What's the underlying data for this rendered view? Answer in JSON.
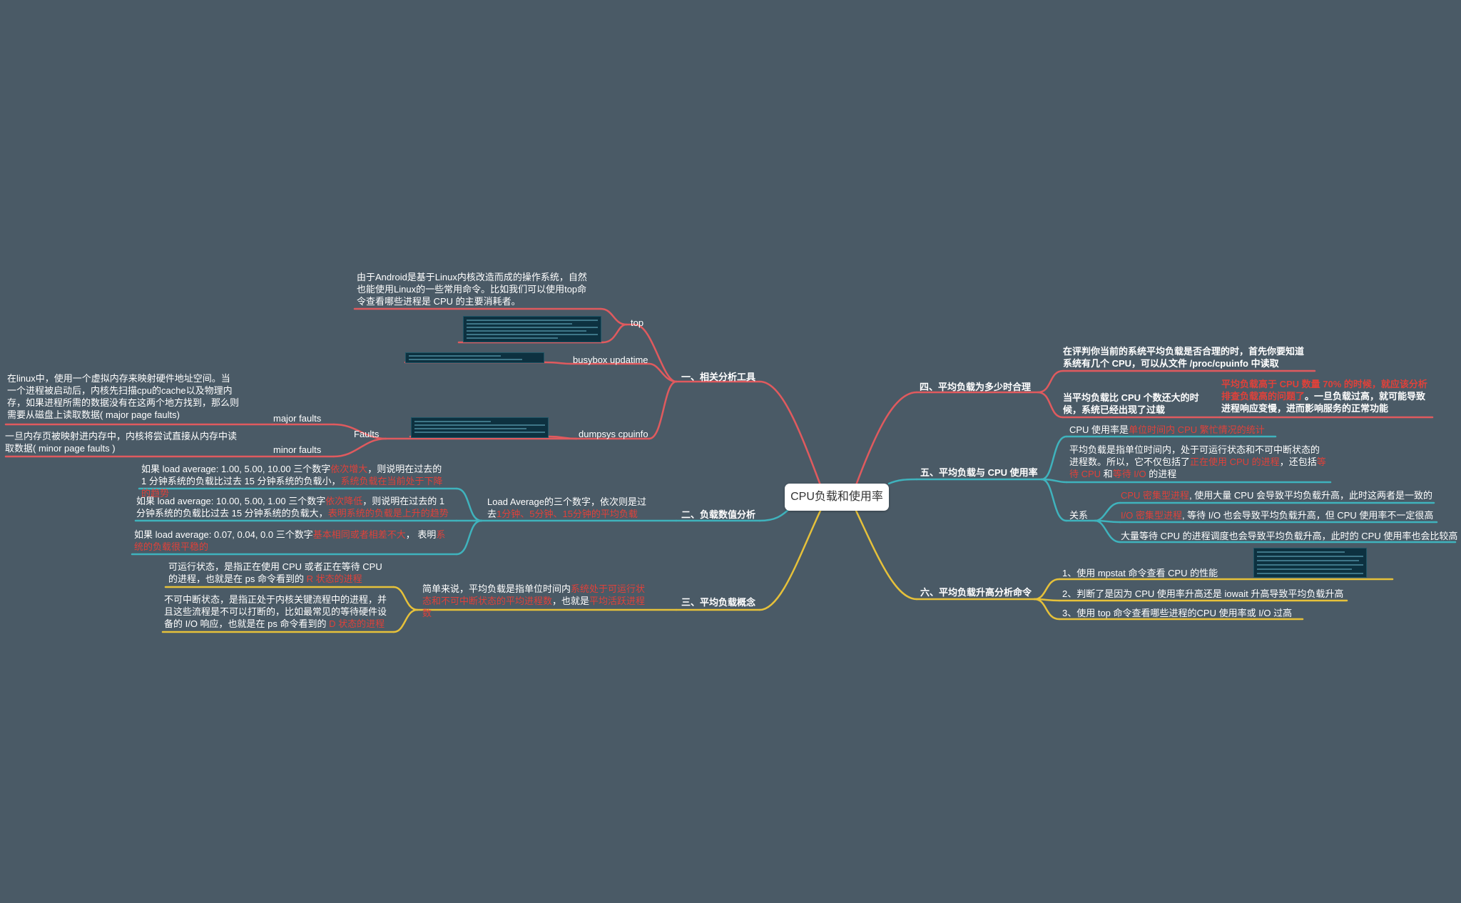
{
  "root": {
    "label": "CPU负载和使用率"
  },
  "colors": {
    "background": "#4a5a66",
    "red": "#e05a5e",
    "teal": "#3fb3bd",
    "yellow": "#e6c13a",
    "highlight": "#e0413a"
  },
  "b1": {
    "label": "一、相关分析工具",
    "top": {
      "label": "top",
      "desc": "由于Android是基于Linux内核改造而成的操作系统，自然也能使用Linux的一些常用命令。比如我们可以使用top命令查看哪些进程是 CPU 的主要消耗者。"
    },
    "busybox": {
      "label": "busybox updatime"
    },
    "dumpsys": {
      "label": "dumpsys cpuinfo"
    },
    "faults": {
      "label": "Faults",
      "major": {
        "label": "major faults",
        "desc": "在linux中，使用一个虚拟内存来映射硬件地址空间。当一个进程被启动后，内核先扫描cpu的cache以及物理内存，如果进程所需的数据没有在这两个地方找到，那么则需要从磁盘上读取数据( major page  faults)"
      },
      "minor": {
        "label": "minor faults",
        "desc": "一旦内存页被映射进内存中，内核将尝试直接从内存中读取数据( minor page faults )"
      }
    }
  },
  "b2": {
    "label": "二、负载数值分析",
    "intro": {
      "text": "Load Average的三个数字，依次则是过去",
      "red": "1分钟、5分钟、15分钟的平均负载"
    },
    "inc": {
      "a": "如果 load average: 1.00, 5.00, 10.00 三个数字",
      "b": "依次增大",
      "c": "，则说明在过去的 1 分钟系统的负载比过去 15 分钟系统的负载小，",
      "d": "系统负载在当前处于下降的趋势"
    },
    "dec": {
      "a": "如果 load average: 10.00, 5.00, 1.00 三个数字",
      "b": "依次降低",
      "c": "，则说明在过去的 1 分钟系统的负载比过去 15 分钟系统的负载大，",
      "d": "表明系统的负载是上升的趋势"
    },
    "same": {
      "a": "如果 load average: 0.07, 0.04, 0.0 三个数字",
      "b": "基本相同或者相差不大",
      "c": "， 表明",
      "d": "系统的负载很平稳的"
    }
  },
  "b3": {
    "label": "三、平均负载概念",
    "summary": {
      "a": "简单来说，平均负载是指单位时间内",
      "b": "系统处于可运行状态和不可中断状态的平均进程数",
      "c": "，也就是",
      "d": "平均活跃进程数"
    },
    "runnable": {
      "a": "可运行状态，是指正在使用 CPU 或者正在等待 CPU 的进程，也就是在 ps 命令看到的 ",
      "b": "R 状态的进程"
    },
    "uninterruptible": {
      "a": "不可中断状态，是指正处于内核关键流程中的进程，并且这些流程是不可以打断的，比如最常见的等待硬件设备的 I/O 响应，也就是在 ps 命令看到的 ",
      "b": "D 状态的进程"
    }
  },
  "b4": {
    "label": "四、平均负载为多少时合理",
    "n1": "在评判你当前的系统平均负载是否合理的时，首先你要知道系统有几个 CPU，可以从文件 /proc/cpuinfo 中读取",
    "n2": "当平均负载比 CPU 个数还大的时候，系统已经出现了过载",
    "n3": {
      "a": "平均负载高于 CPU 数量 70% 的时候，就应该分析排查负载高的问题了",
      "b": "。一旦负载过高，就可能导致进程响应变慢，进而影响服务的正常功能"
    }
  },
  "b5": {
    "label": "五、平均负载与 CPU 使用率",
    "usage": {
      "a": "CPU 使用率是",
      "b": "单位时间内 CPU 繁忙情况的统计"
    },
    "load": {
      "a": "平均负载是指单位时间内，处于可运行状态和不可中断状态的进程数。所以，它不仅包括了",
      "b": "正在使用 CPU 的进程",
      "c": "，还包括",
      "d": "等待 CPU",
      "e": " 和",
      "f": "等待 I/O",
      "g": " 的进程"
    },
    "relation": {
      "label": "关系",
      "cpu": {
        "a": "CPU 密集型进程",
        "b": ", 使用大量 CPU 会导致平均负载升高，此时这两者是一致的"
      },
      "io": {
        "a": "I/O 密集型进程",
        "b": ", 等待 I/O 也会导致平均负载升高，但 CPU 使用率不一定很高"
      },
      "sched": "大量等待 CPU 的进程调度也会导致平均负载升高，此时的 CPU 使用率也会比较高"
    }
  },
  "b6": {
    "label": "六、平均负载升高分析命令",
    "c1": "1、使用 mpstat 命令查看 CPU 的性能",
    "c2": "2、判断了是因为 CPU 使用率升高还是 iowait 升高导致平均负载升高",
    "c3": "3、使用 top 命令查看哪些进程的CPU 使用率或 I/O 过高"
  }
}
